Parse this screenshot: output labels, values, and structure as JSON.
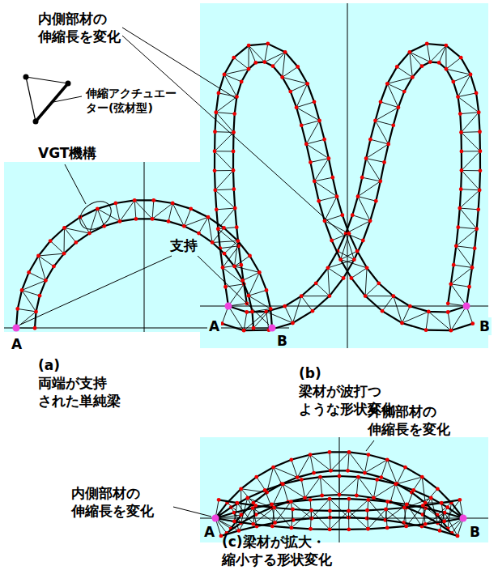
{
  "diagram": {
    "labels": [
      "内側部材の 伸縮長を変化",
      "伸縮アクチュエーター(弦材型)",
      "VGT機構",
      "(b)梁材が波打つ ような形状変化",
      "A",
      "B",
      "支持",
      "A",
      "B",
      "(a)両端が支持 された単純梁",
      "外側部材の 伸縮長を変化",
      "内側部材の 伸縮長を変化",
      "A",
      "B",
      "(c)梁材が拡大・縮小する形状変化"
    ]
  }
}
